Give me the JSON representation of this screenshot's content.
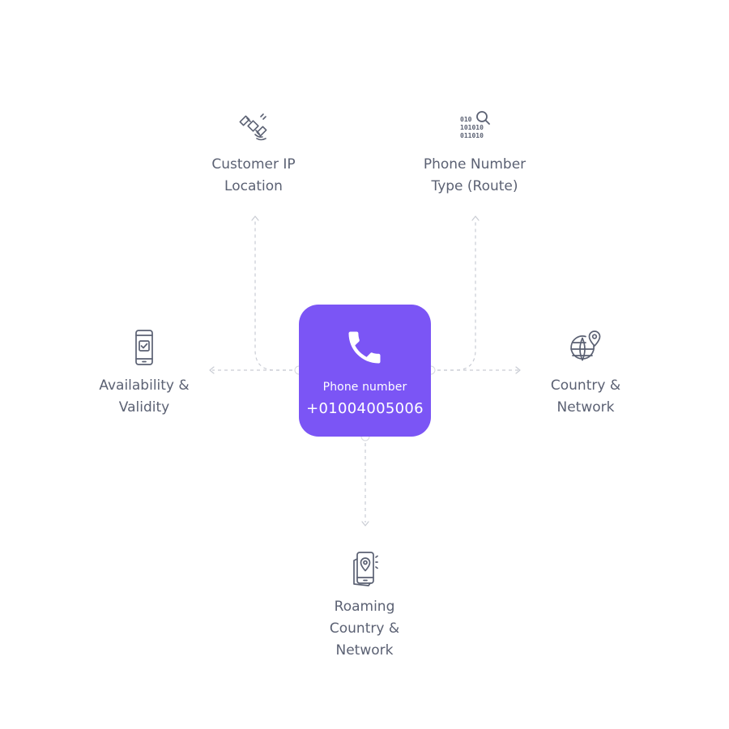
{
  "center": {
    "title": "Phone number",
    "number": "+01004005006",
    "icon": "phone-icon",
    "color": "#7b55f5"
  },
  "nodes": {
    "customer_ip": {
      "label": "Customer IP\nLocation",
      "icon": "satellite-icon"
    },
    "phone_type": {
      "label": "Phone Number\nType (Route)",
      "icon": "binary-search-icon"
    },
    "availability": {
      "label": "Availability &\nValidity",
      "icon": "phone-check-icon"
    },
    "country": {
      "label": "Country &\nNetwork",
      "icon": "globe-pin-icon"
    },
    "roaming": {
      "label": "Roaming\nCountry &\nNetwork",
      "icon": "roaming-phone-icon"
    }
  },
  "colors": {
    "accent": "#7b55f5",
    "text": "#5b6173",
    "connector": "#c9ccd4",
    "icon": "#5b6173"
  }
}
